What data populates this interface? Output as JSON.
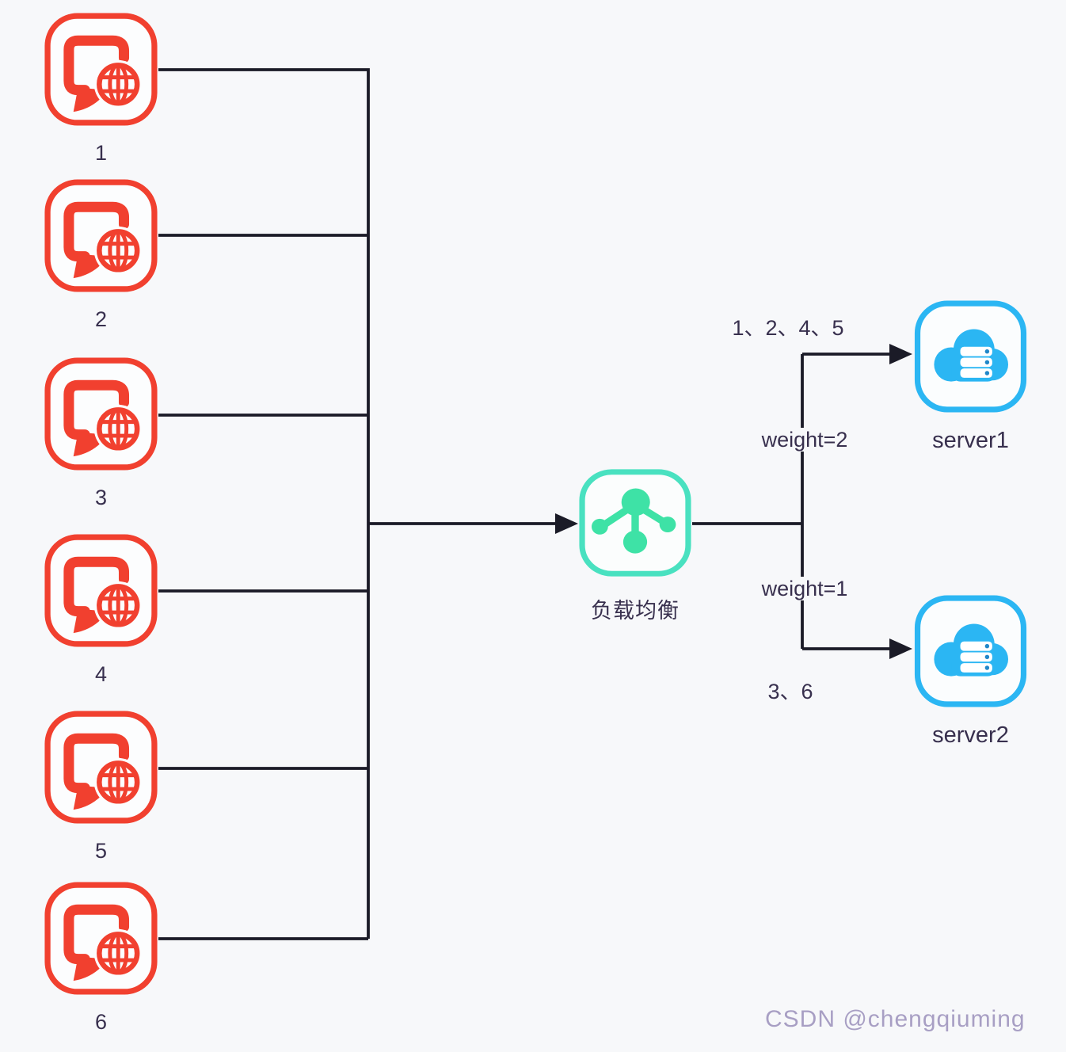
{
  "diagram": {
    "type": "load-balancing-topology",
    "clients": {
      "items": [
        {
          "label": "1"
        },
        {
          "label": "2"
        },
        {
          "label": "3"
        },
        {
          "label": "4"
        },
        {
          "label": "5"
        },
        {
          "label": "6"
        }
      ]
    },
    "load_balancer": {
      "label": "负载均衡"
    },
    "servers": {
      "items": [
        {
          "label": "server1"
        },
        {
          "label": "server2"
        }
      ]
    },
    "edges": {
      "to_server1_requests": "1、2、4、5",
      "to_server1_weight": "weight=2",
      "to_server2_weight": "weight=1",
      "to_server2_requests": "3、6"
    }
  },
  "watermark": "CSDN @chengqiuming",
  "colors": {
    "background": "#f7f8fa",
    "client_red": "#f1402f",
    "load_balancer_teal": "#49e1c0",
    "load_balancer_green": "#3ee2a6",
    "server_blue": "#2bb6f3",
    "wire_dark": "#1b1b27",
    "label_text": "#38304e",
    "watermark_text": "#a89fc4"
  }
}
